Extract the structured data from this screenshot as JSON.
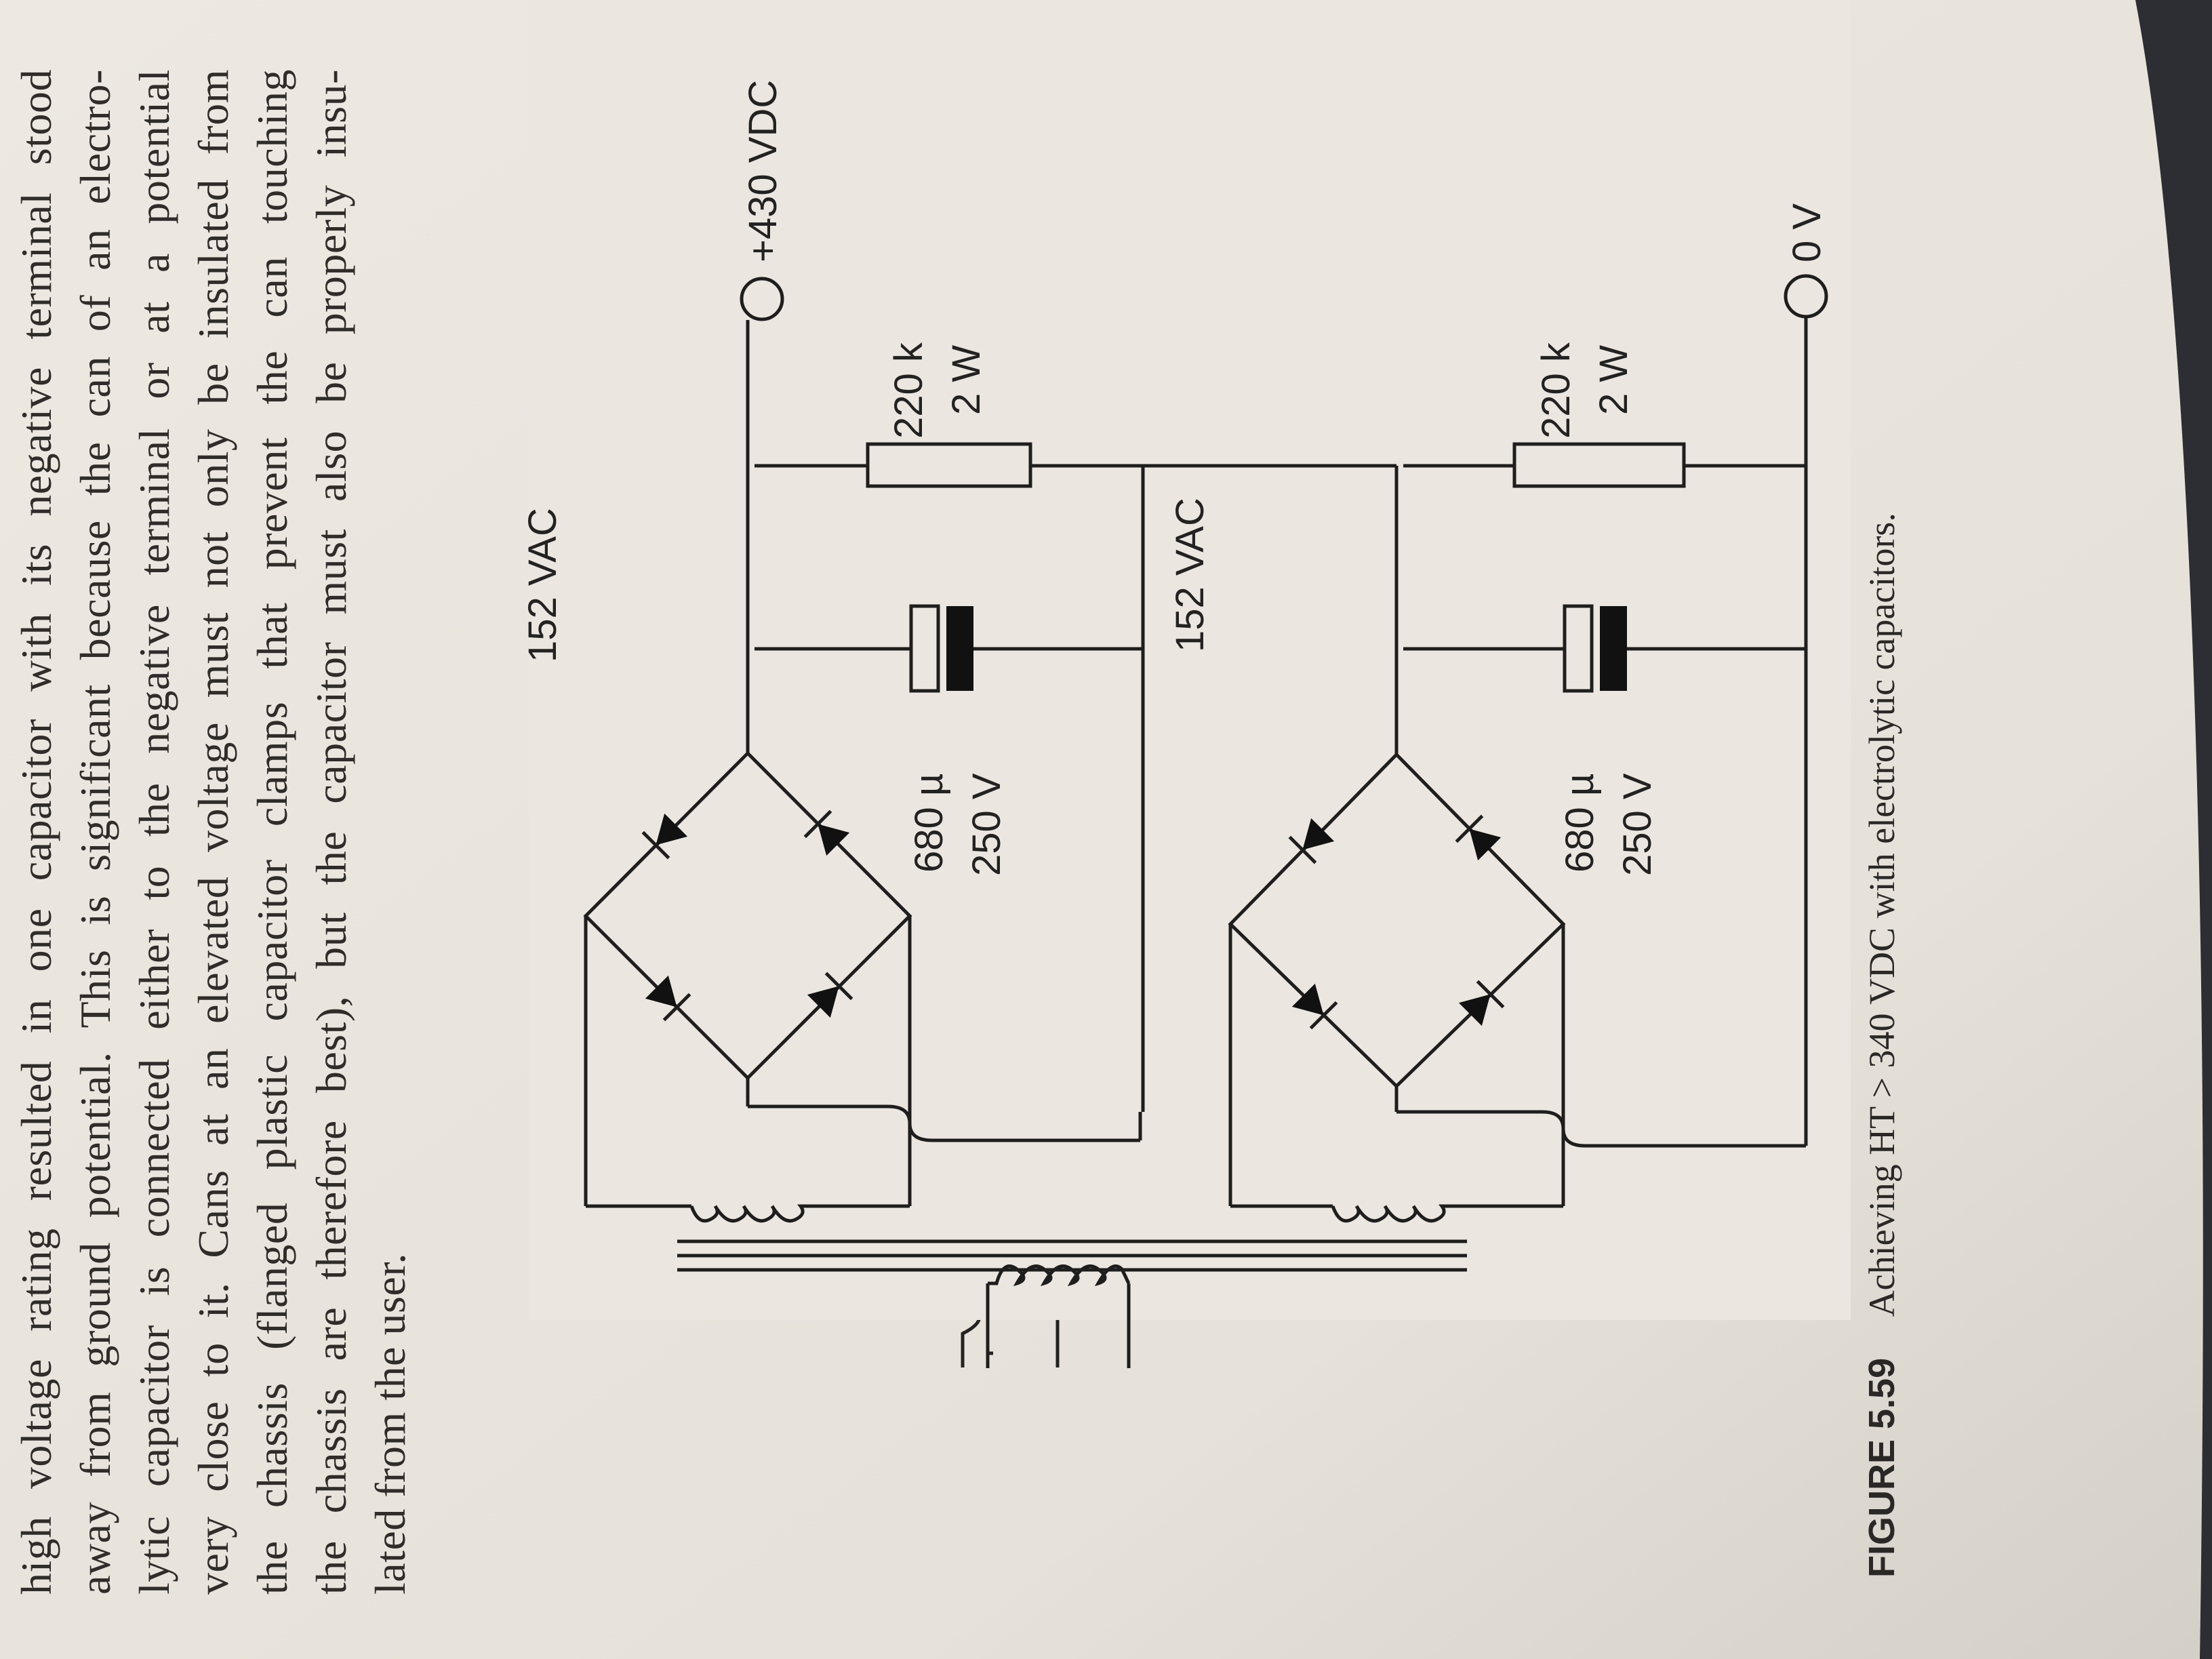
{
  "body_text": {
    "lines": [
      "high voltage rating resulted in one capacitor with its negative terminal stood",
      "away from ground potential. This is significant because the can of an electro-",
      "lytic capacitor is connected either to the negative terminal or at a potential",
      "very close to it. Cans at an elevated voltage must not only be insulated from",
      "the chassis (flanged plastic capacitor clamps that prevent the can touching",
      "the chassis are therefore best), but the capacitor must also be properly insu-",
      "lated from the user."
    ]
  },
  "diagram": {
    "upper_winding_label": "152 VAC",
    "lower_winding_label": "152 VAC",
    "upper_capacitor": {
      "capacitance": "680 µ",
      "voltage": "250 V"
    },
    "lower_capacitor": {
      "capacitance": "680 µ",
      "voltage": "250 V"
    },
    "upper_resistor": {
      "resistance": "220 k",
      "power": "2 W"
    },
    "lower_resistor": {
      "resistance": "220 k",
      "power": "2 W"
    },
    "output_positive": "+430 VDC",
    "output_ground": "0 V"
  },
  "caption": {
    "number": "FIGURE 5.59",
    "text": "Achieving HT > 340 VDC with electrolytic capacitors."
  },
  "colors": {
    "paper": "#ebe7e0",
    "ink": "#222222",
    "background": "#2c2e33"
  }
}
